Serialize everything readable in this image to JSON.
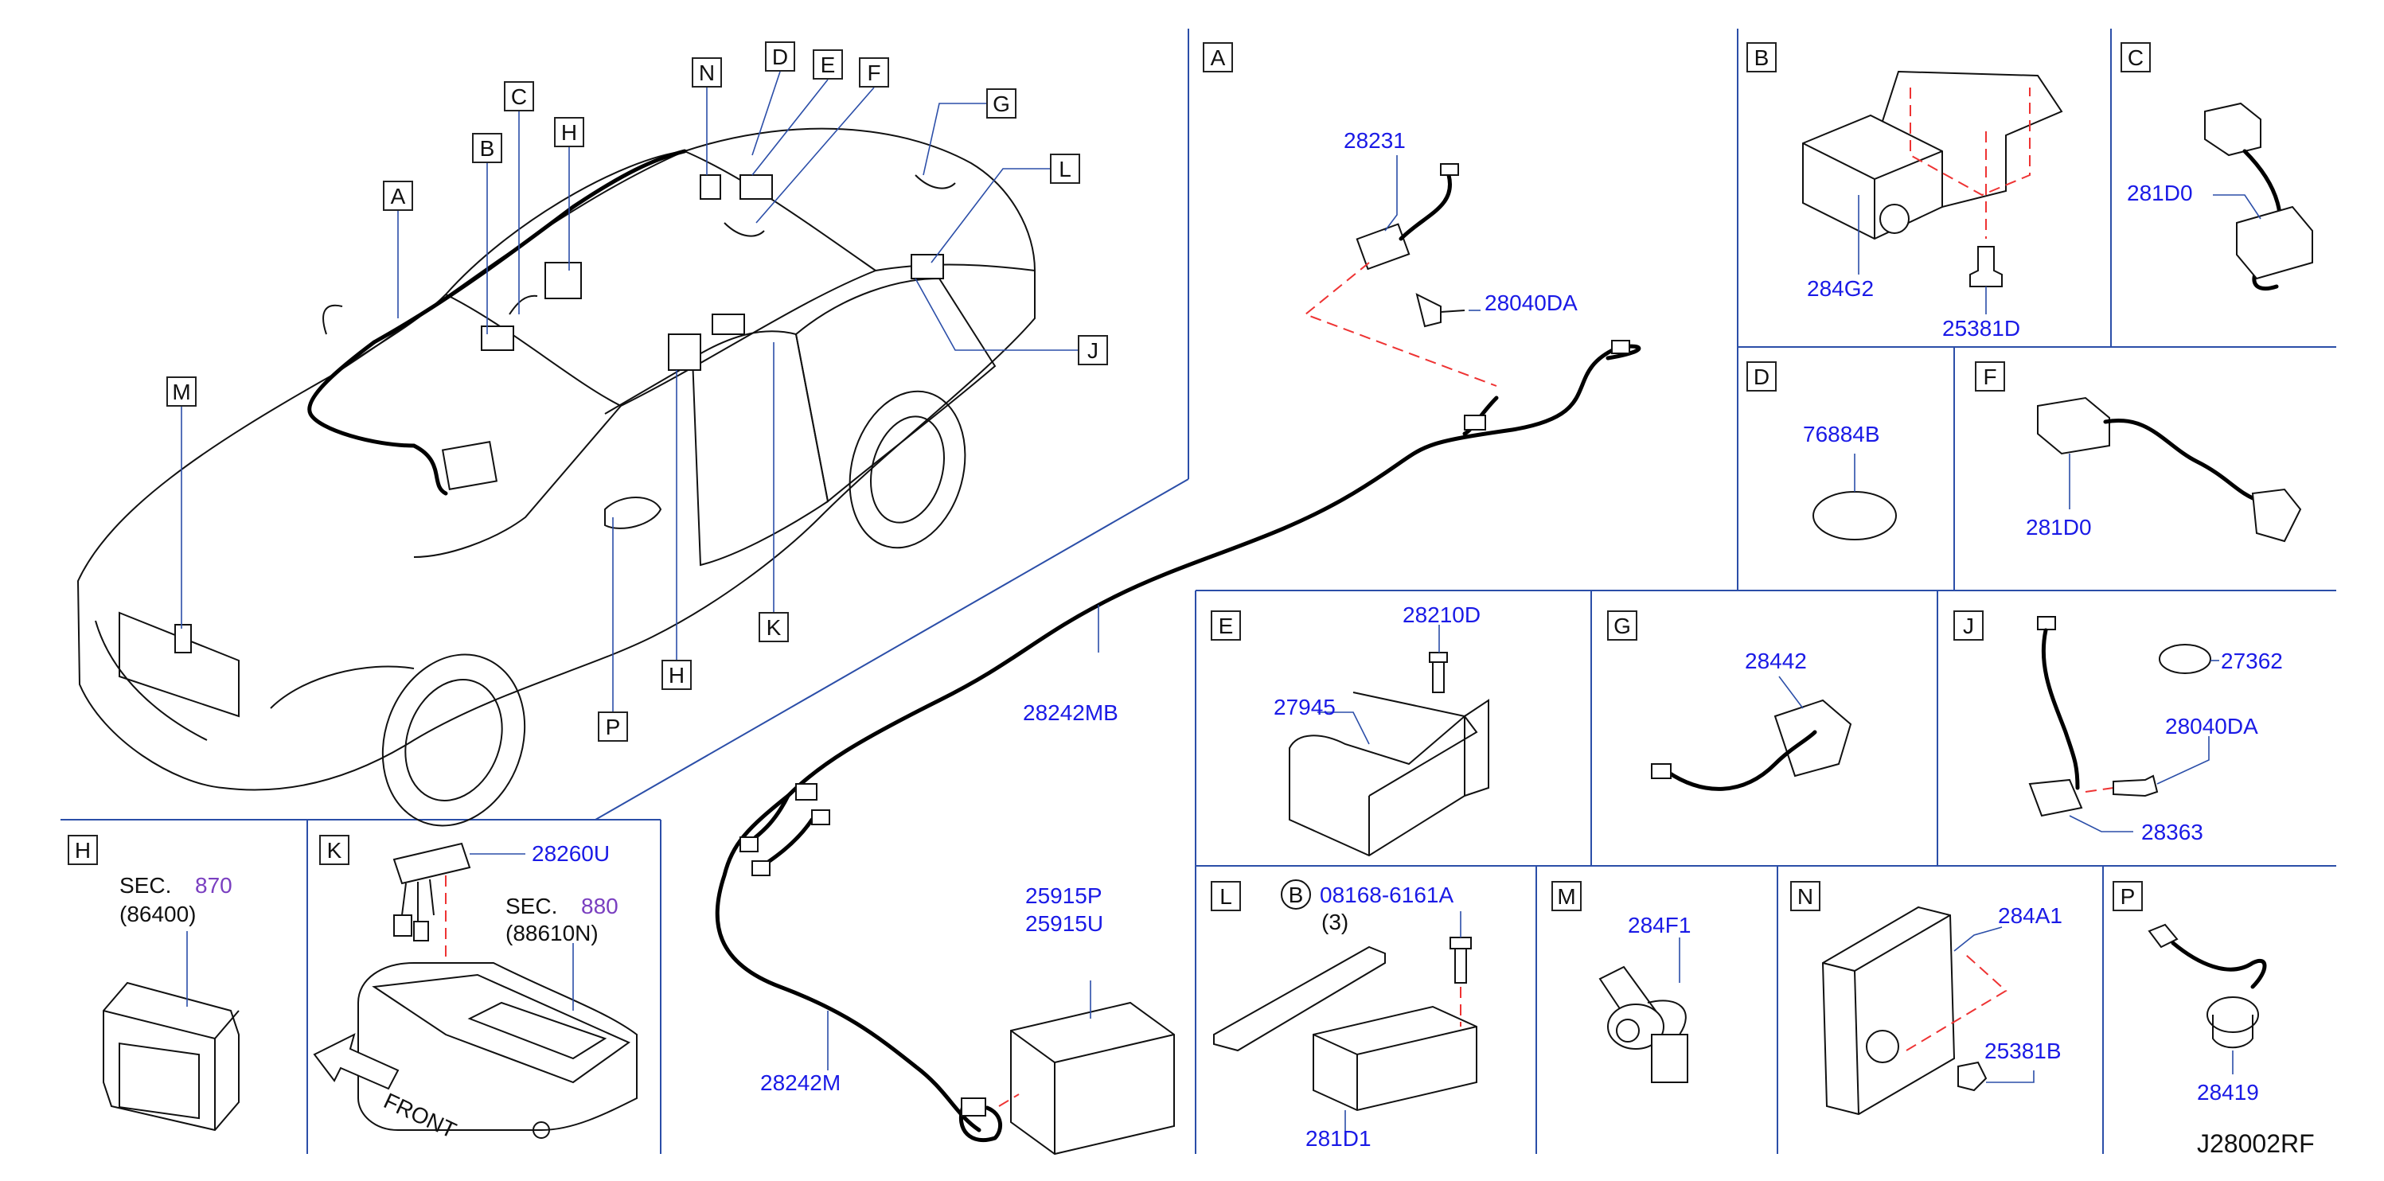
{
  "callouts": {
    "A": "A",
    "B": "B",
    "C": "C",
    "D": "D",
    "E": "E",
    "F": "F",
    "G": "G",
    "H": "H",
    "J": "J",
    "K": "K",
    "L": "L",
    "M": "M",
    "N": "N",
    "P": "P"
  },
  "sections": {
    "A": {
      "letter": "A",
      "parts": [
        "28231",
        "28040DA",
        "28242MB",
        "28242M",
        "25915P",
        "25915U"
      ]
    },
    "B": {
      "letter": "B",
      "parts": [
        "284G2",
        "25381D"
      ]
    },
    "C": {
      "letter": "C",
      "parts": [
        "281D0"
      ]
    },
    "D": {
      "letter": "D",
      "parts": [
        "76884B"
      ]
    },
    "F": {
      "letter": "F",
      "parts": [
        "281D0"
      ]
    },
    "E": {
      "letter": "E",
      "parts": [
        "28210D",
        "27945"
      ]
    },
    "G": {
      "letter": "G",
      "parts": [
        "28442"
      ]
    },
    "J": {
      "letter": "J",
      "parts": [
        "27362",
        "28040DA",
        "28363"
      ]
    },
    "H": {
      "letter": "H",
      "sec_label": "SEC.",
      "sec_num": "870",
      "ref": "(86400)"
    },
    "K": {
      "letter": "K",
      "parts": [
        "28260U"
      ],
      "sec_label": "SEC.",
      "sec_num": "880",
      "ref": "(88610N)",
      "front": "FRONT"
    },
    "L": {
      "letter": "L",
      "bolt_mark": "B",
      "bolt": "08168-6161A",
      "qty": "(3)",
      "parts": [
        "281D1"
      ]
    },
    "M": {
      "letter": "M",
      "parts": [
        "284F1"
      ]
    },
    "N": {
      "letter": "N",
      "parts": [
        "284A1",
        "25381B"
      ]
    },
    "P": {
      "letter": "P",
      "parts": [
        "28419"
      ]
    }
  },
  "diagram_code": "J28002RF",
  "colors": {
    "part_number": "#1a1ae6",
    "section_ref": "#7a3fc0",
    "separator": "#2b4ea8",
    "dashed_guide": "#ee3333"
  }
}
